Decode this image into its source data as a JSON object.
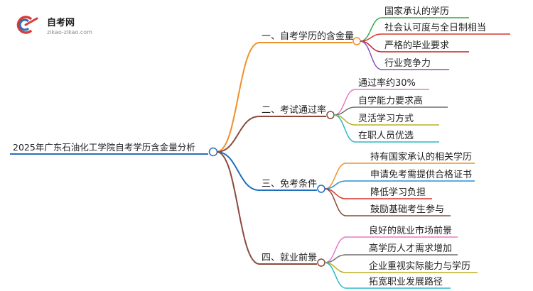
{
  "logo": {
    "title": "自考网",
    "subtitle": "zikao-zikao.com"
  },
  "root": {
    "label": "2025年广东石油化工学院自考学历含金量分析",
    "color": "#2a6fb8"
  },
  "branches": [
    {
      "label": "一、自考学历的含金量",
      "color": "#f0902a",
      "children": [
        {
          "label": "国家承认的学历",
          "color": "#2fa84a"
        },
        {
          "label": "社会认可度与全日制相当",
          "color": "#d9342b"
        },
        {
          "label": "严格的毕业要求",
          "color": "#c0202a"
        },
        {
          "label": "行业竞争力",
          "color": "#8e4fbf"
        }
      ]
    },
    {
      "label": "二、考试通过率",
      "color": "#8a4a3a",
      "children": [
        {
          "label": "通过率约30%",
          "color": "#e878c8"
        },
        {
          "label": "自学能力要求高",
          "color": "#6f6f6f"
        },
        {
          "label": "灵活学习方式",
          "color": "#b8b020"
        },
        {
          "label": "在职人员优选",
          "color": "#2ab8c8"
        }
      ]
    },
    {
      "label": "三、免考条件",
      "color": "#1f6fbf",
      "children": [
        {
          "label": "持有国家承认的相关学历",
          "color": "#f0902a"
        },
        {
          "label": "申请免考需提供合格证书",
          "color": "#2a8fd8"
        },
        {
          "label": "降低学习负担",
          "color": "#d9342b"
        },
        {
          "label": "鼓励基础考生参与",
          "color": "#8a4a3a"
        }
      ]
    },
    {
      "label": "四、就业前景",
      "color": "#8a4a3a",
      "children": [
        {
          "label": "良好的就业市场前景",
          "color": "#e878c8"
        },
        {
          "label": "高学历人才需求增加",
          "color": "#6f6f6f"
        },
        {
          "label": "企业重视实际能力与学历",
          "color": "#b8b020"
        },
        {
          "label": "拓宽职业发展路径",
          "color": "#2ab8c8"
        }
      ]
    }
  ]
}
